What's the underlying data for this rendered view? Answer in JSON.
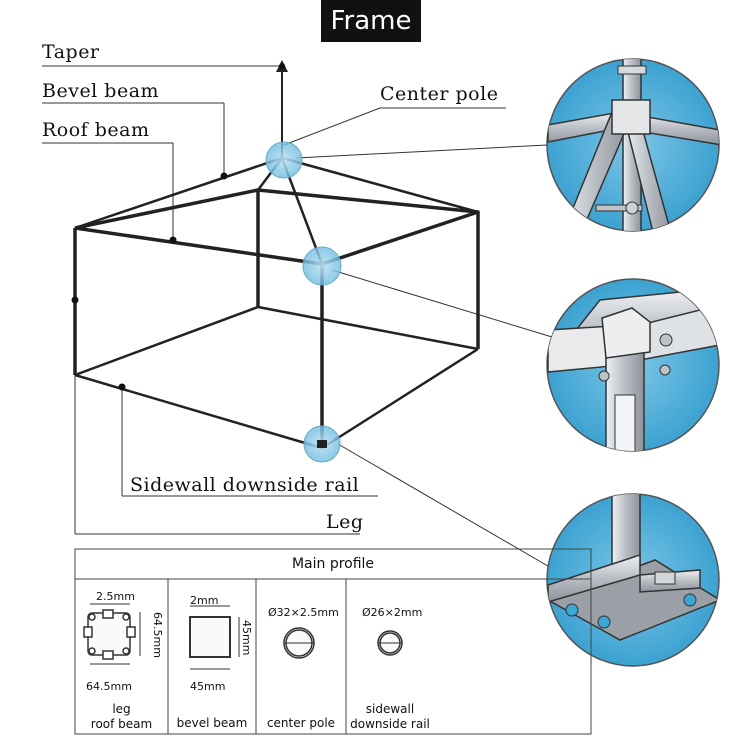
{
  "header": {
    "title": "Frame"
  },
  "labels": {
    "taper": "Taper",
    "bevel_beam": "Bevel beam",
    "roof_beam": "Roof beam",
    "center_pole": "Center pole",
    "sidewall_rail": "Sidewall downside rail",
    "leg": "Leg"
  },
  "profile_table": {
    "title": "Main profile",
    "cells": [
      {
        "name": "leg-roof-beam",
        "line1": "leg",
        "line2": "roof beam",
        "dim_top": "2.5mm",
        "dim_side": "64.5mm",
        "dim_bottom": "64.5mm"
      },
      {
        "name": "bevel-beam",
        "line1": "bevel beam",
        "dim_top": "2mm",
        "dim_side": "45mm",
        "dim_bottom": "45mm"
      },
      {
        "name": "center-pole",
        "line1": "center pole",
        "dim_top": "Ø32×2.5mm"
      },
      {
        "name": "sidewall-rail",
        "line1": "sidewall",
        "line2": "downside rail",
        "dim_top": "Ø26×2mm"
      }
    ]
  },
  "colors": {
    "detail_bg": "#3aa7d6",
    "frame": "#222222",
    "metal": "#c9ccd0"
  }
}
